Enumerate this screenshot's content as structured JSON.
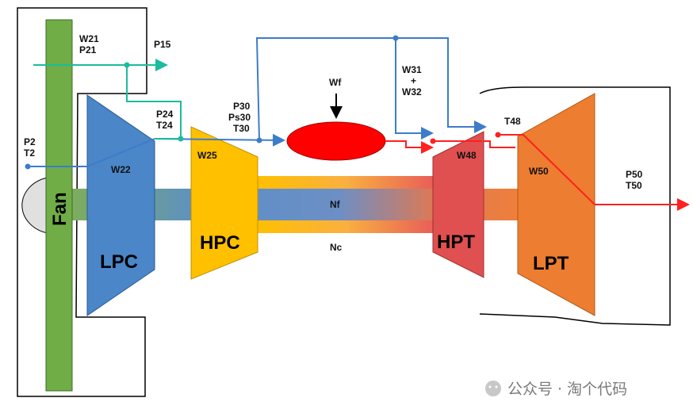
{
  "components": {
    "fan": "Fan",
    "lpc": "LPC",
    "hpc": "HPC",
    "hpt": "HPT",
    "lpt": "LPT"
  },
  "stations": {
    "p2_t2": [
      "P2",
      "T2"
    ],
    "w21_p21": [
      "W21",
      "P21"
    ],
    "p15": "P15",
    "w22": "W22",
    "p24_t24": [
      "P24",
      "T24"
    ],
    "w25": "W25",
    "p30_ps30_t30": [
      "P30",
      "Ps30",
      "T30"
    ],
    "wf": "Wf",
    "w31_w32": [
      "W31",
      "+",
      "W32"
    ],
    "t48": "T48",
    "w48": "W48",
    "w50": "W50",
    "p50_t50": [
      "P50",
      "T50"
    ]
  },
  "shafts": {
    "low_speed": "Nf",
    "high_speed": "Nc"
  },
  "watermark": "公众号 · 淘个代码",
  "colors": {
    "fan": "#70AD47",
    "lpc": "#4A86C8",
    "hpc": "#FFC000",
    "hpt": "#E05050",
    "lpt": "#ED7D31",
    "combustor": "#FF0000",
    "air_flow": "#3D7CC9",
    "bypass_flow": "#1ABC9C",
    "hot_flow": "#FF2020"
  }
}
